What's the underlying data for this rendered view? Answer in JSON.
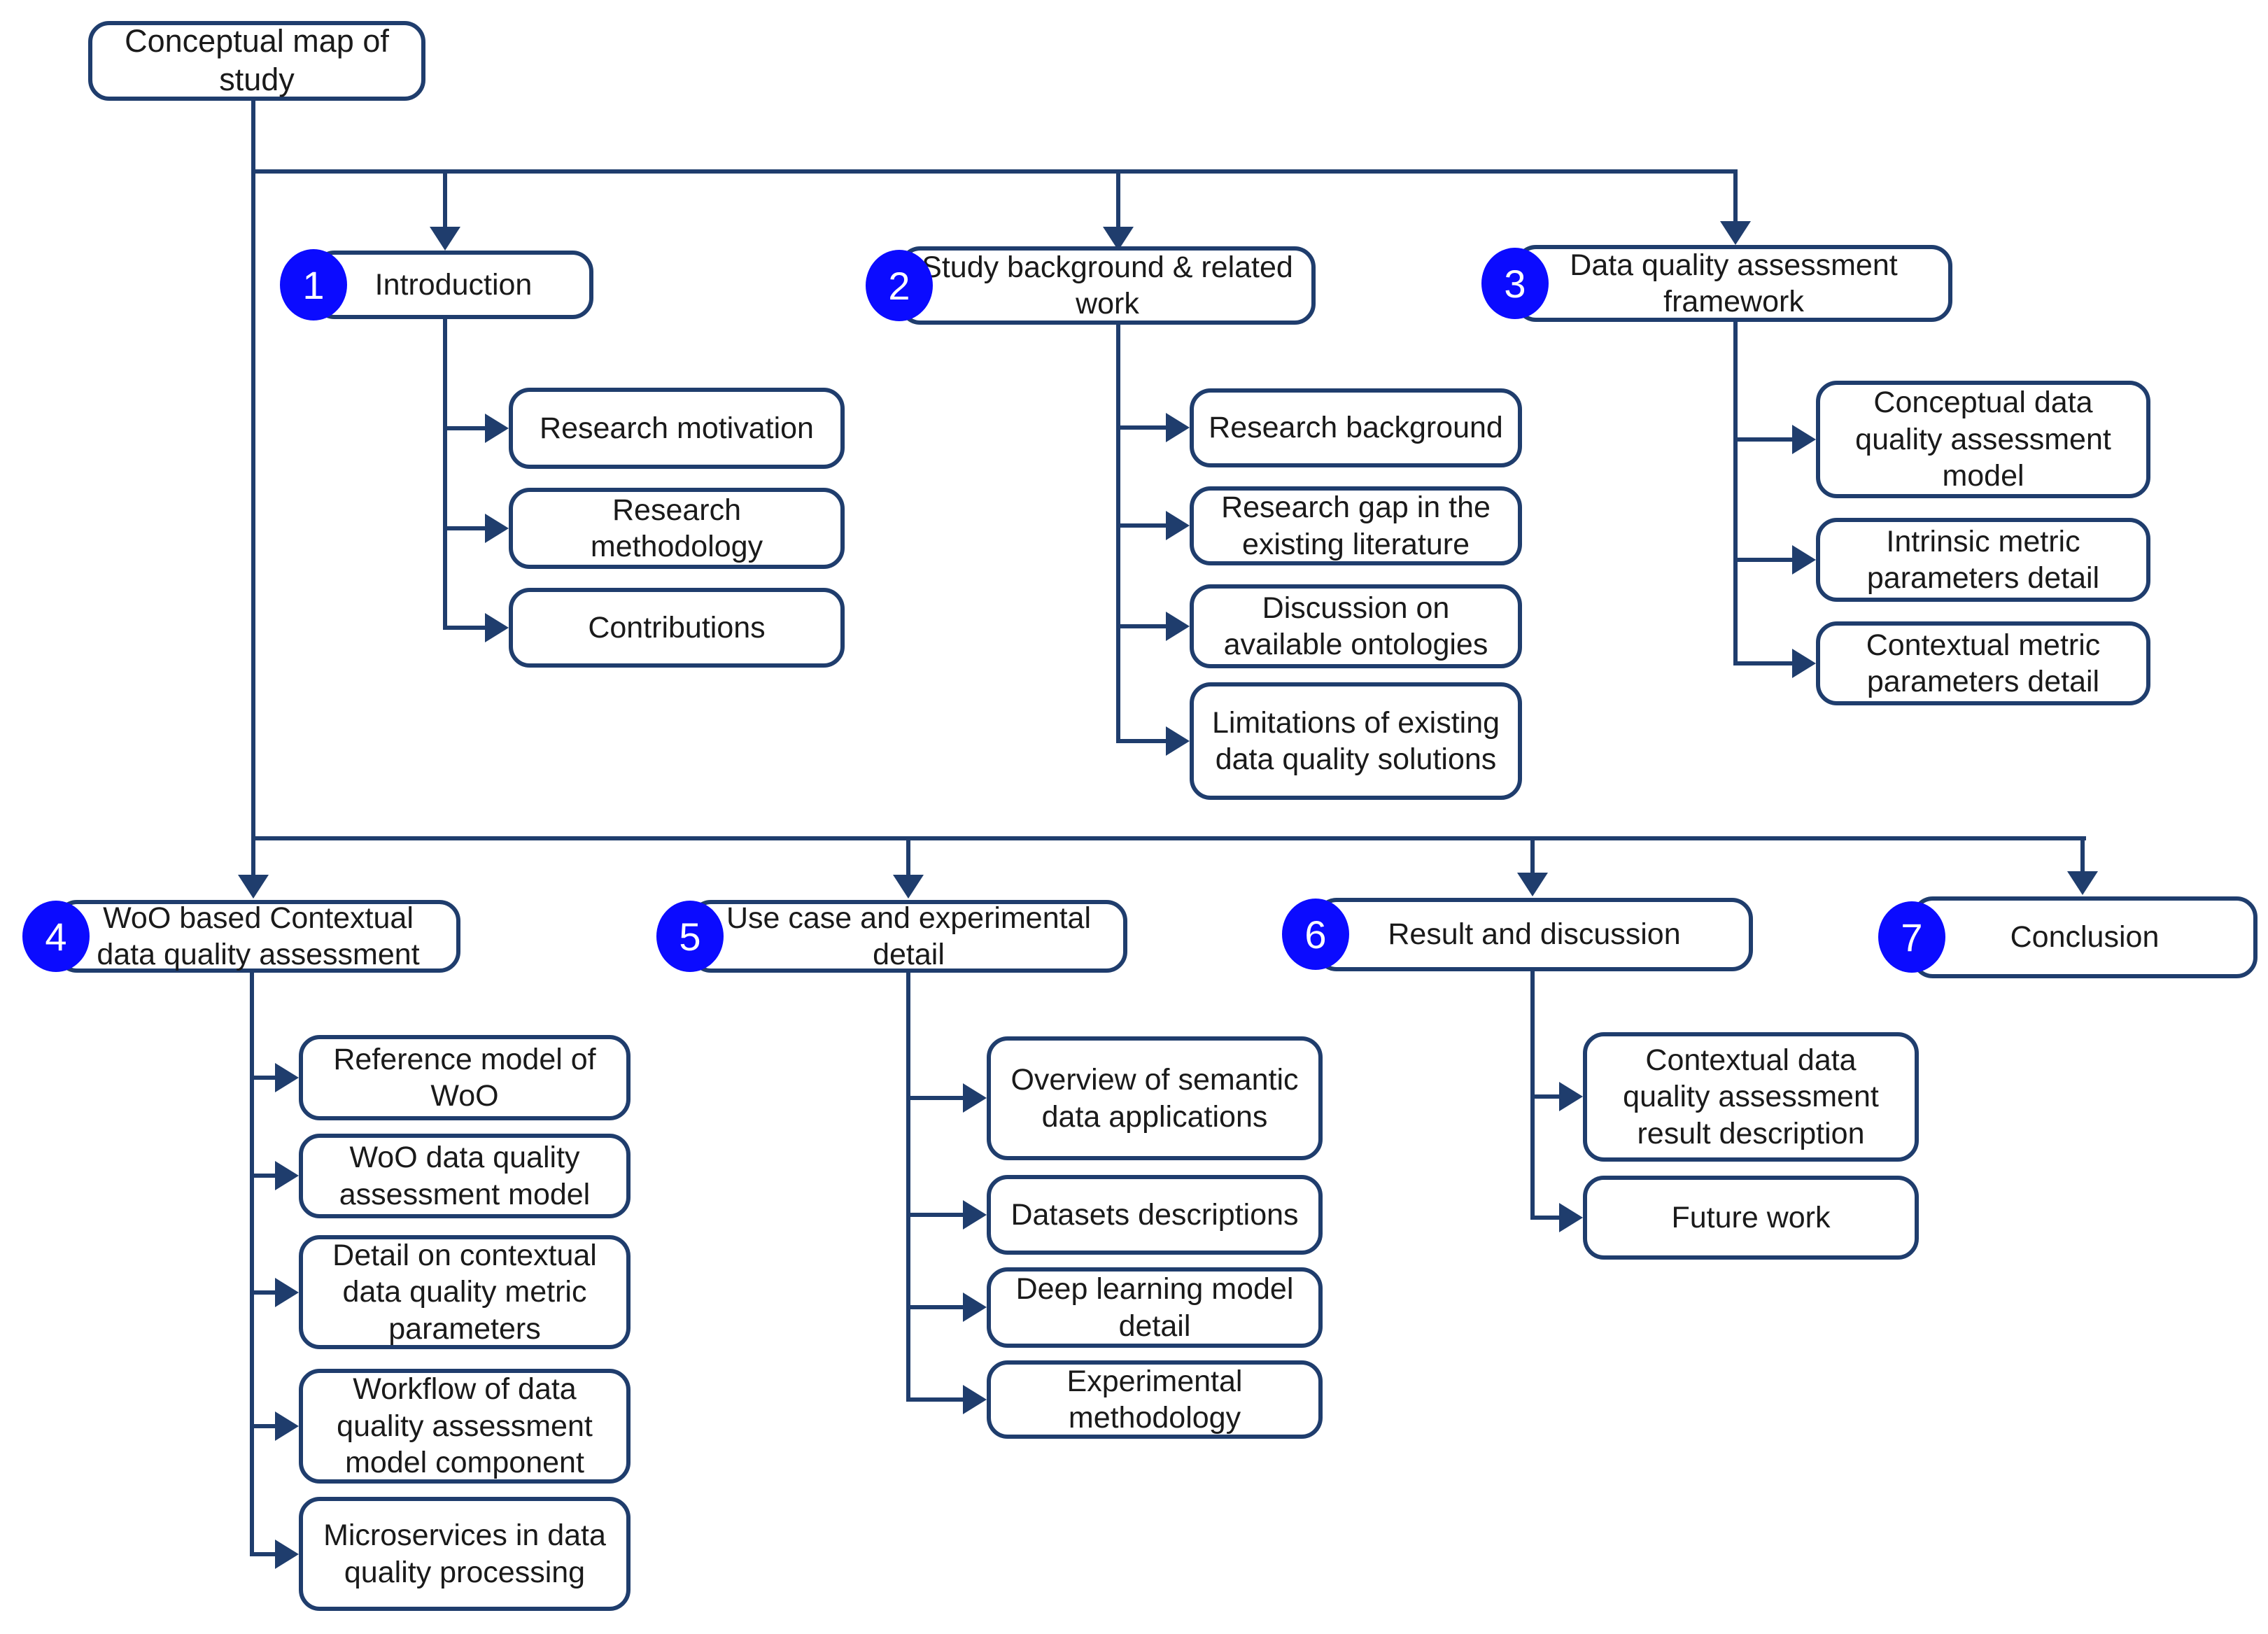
{
  "root": {
    "label": "Conceptual map  of study"
  },
  "sections": [
    {
      "num": "1",
      "label": "Introduction",
      "children": [
        "Research motivation",
        "Research methodology",
        "Contributions"
      ]
    },
    {
      "num": "2",
      "label": "Study background & related work",
      "children": [
        "Research background",
        "Research gap in the existing literature",
        "Discussion on available ontologies",
        "Limitations of existing data quality solutions"
      ]
    },
    {
      "num": "3",
      "label": "Data quality assessment framework",
      "children": [
        "Conceptual data quality assessment model",
        "Intrinsic metric parameters detail",
        "Contextual metric parameters detail"
      ]
    },
    {
      "num": "4",
      "label": "WoO based Contextual data quality assessment",
      "children": [
        "Reference model of WoO",
        "WoO data quality assessment model",
        "Detail on contextual data quality metric parameters",
        "Workflow of data quality assessment model component",
        "Microservices in data quality processing"
      ]
    },
    {
      "num": "5",
      "label": "Use case and experimental detail",
      "children": [
        "Overview of semantic data applications",
        "Datasets descriptions",
        "Deep learning model detail",
        "Experimental methodology"
      ]
    },
    {
      "num": "6",
      "label": "Result and discussion",
      "children": [
        "Contextual data quality assessment result description",
        "Future work"
      ]
    },
    {
      "num": "7",
      "label": "Conclusion",
      "children": []
    }
  ],
  "colors": {
    "line": "#1f3d6d",
    "badge": "#0b0bff",
    "box_fill": "#ffffff",
    "text": "#1a1a1a"
  }
}
